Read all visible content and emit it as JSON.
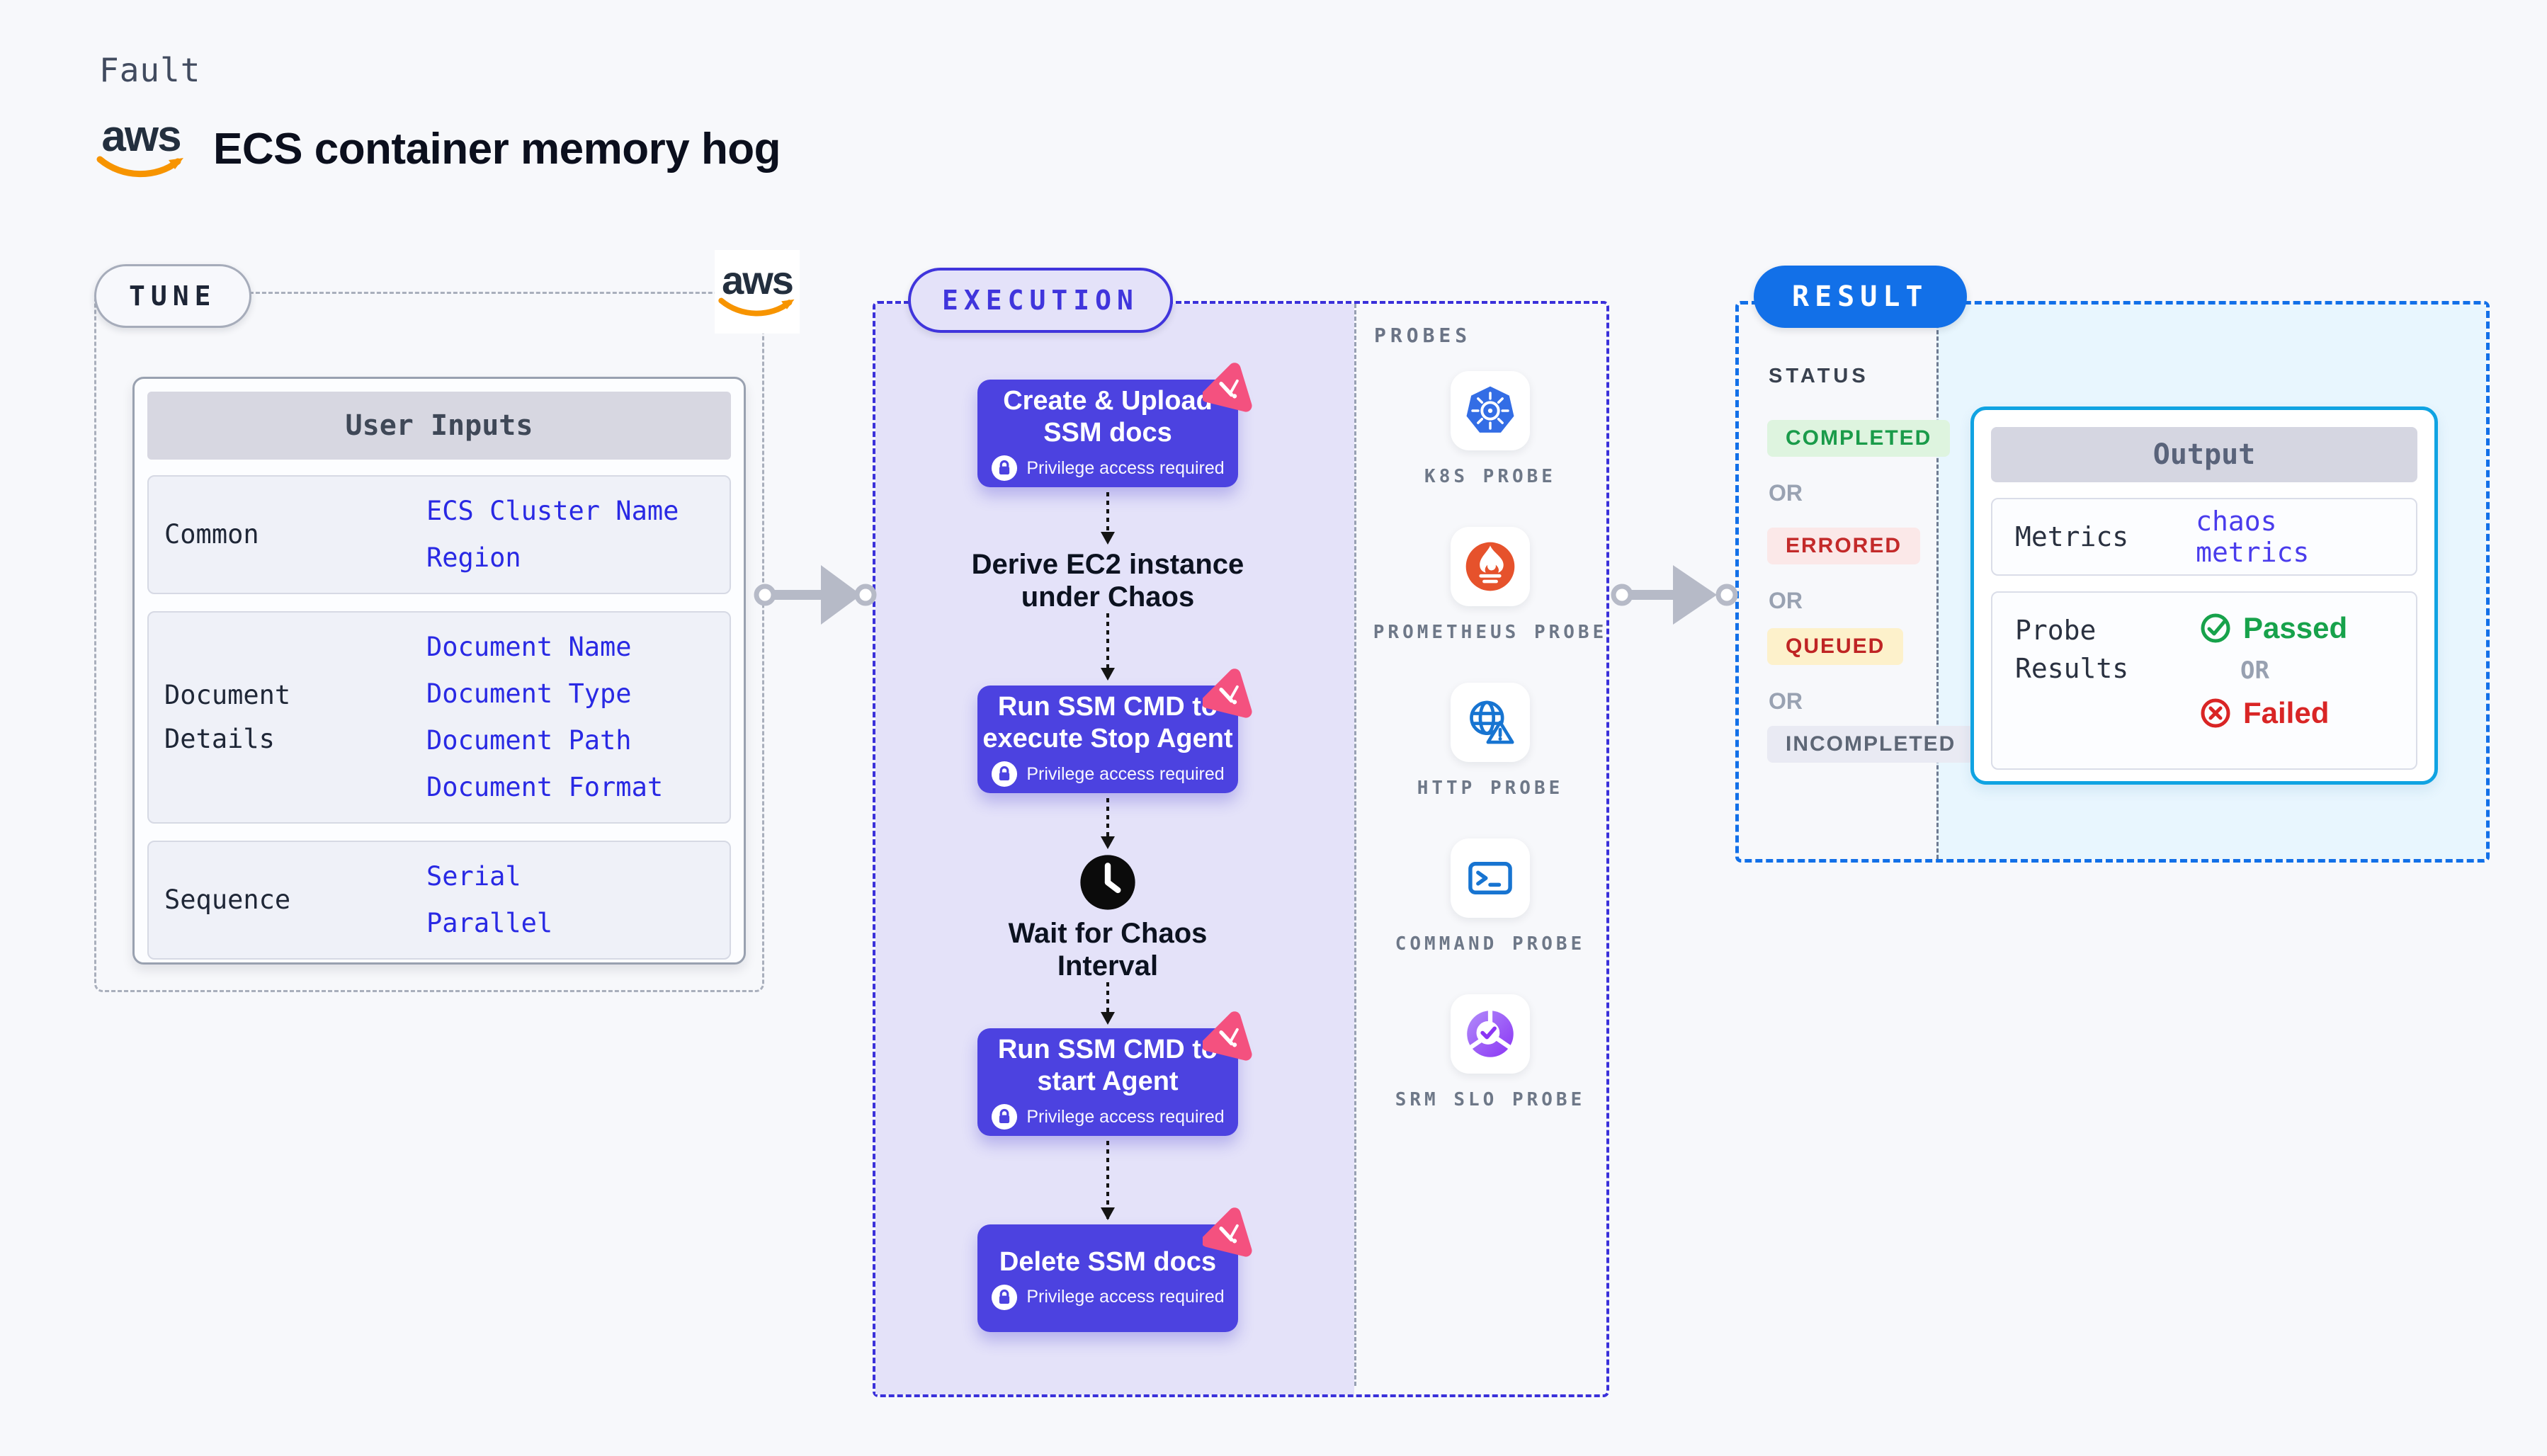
{
  "header": {
    "kicker": "Fault",
    "brand": "aws",
    "title": "ECS container memory hog"
  },
  "colors": {
    "page_bg": "#f7f8fb",
    "aws_orange": "#f79400",
    "aws_navy": "#232f3e",
    "tune_dash": "#a9afbc",
    "exec_dash": "#3a30da",
    "exec_fill": "#e4e2f9",
    "step_purple": "#4c42e0",
    "burst_pink": "#f4517f",
    "kubernetes_blue": "#336de5",
    "prometheus_orange": "#e6522c",
    "probe_icon_blue": "#1774d1",
    "srm_purple": "#8b35f4",
    "result_blue": "#1270e8",
    "output_border_cyan": "#10a3e2",
    "output_fill": "#e8f6fe",
    "completed_green": "#1a9b4a",
    "completed_bg": "#def4df",
    "errored_red": "#c32a2a",
    "errored_bg": "#fbe8e8",
    "queued_red": "#bf2424",
    "queued_bg": "#fdf1cb",
    "incompleted_gray": "#5d6675",
    "incompleted_bg": "#e9eaf3",
    "passed_green": "#17a24b",
    "failed_red": "#d92525",
    "metrics_blue": "#4a3cec"
  },
  "tune": {
    "badge": "TUNE",
    "user_inputs": {
      "header": "User Inputs",
      "groups": [
        {
          "label": "Common",
          "items": [
            "ECS Cluster Name",
            "Region"
          ]
        },
        {
          "label": "Document Details",
          "items": [
            "Document Name",
            "Document Type",
            "Document Path",
            "Document Format"
          ]
        },
        {
          "label": "Sequence",
          "items": [
            "Serial",
            "Parallel"
          ]
        }
      ]
    }
  },
  "execution": {
    "badge": "EXECUTION",
    "privilege_note": "Privilege access required",
    "steps": [
      {
        "line1": "Create & Upload",
        "line2": "SSM docs"
      },
      {
        "line1": "Run SSM CMD to",
        "line2": "execute Stop Agent"
      },
      {
        "line1": "Run SSM CMD to",
        "line2": "start Agent"
      },
      {
        "line1": "Delete SSM docs"
      }
    ],
    "derive": {
      "line1": "Derive EC2 instance",
      "line2": "under Chaos"
    },
    "wait": {
      "line1": "Wait for Chaos",
      "line2": "Interval"
    }
  },
  "probes": {
    "title": "PROBES",
    "items": [
      {
        "label": "K8S PROBE",
        "icon": "kubernetes-icon"
      },
      {
        "label": "PROMETHEUS PROBE",
        "icon": "prometheus-icon"
      },
      {
        "label": "HTTP PROBE",
        "icon": "http-globe-warning-icon"
      },
      {
        "label": "COMMAND PROBE",
        "icon": "terminal-icon"
      },
      {
        "label": "SRM SLO PROBE",
        "icon": "slo-gauge-check-icon"
      }
    ]
  },
  "result": {
    "badge": "RESULT",
    "status_title": "STATUS",
    "or": "OR",
    "statuses": [
      {
        "label": "COMPLETED"
      },
      {
        "label": "ERRORED"
      },
      {
        "label": "QUEUED"
      },
      {
        "label": "INCOMPLETED"
      }
    ],
    "output": {
      "header": "Output",
      "metrics_label": "Metrics",
      "metrics_value": "chaos metrics",
      "probe_results_label": "Probe Results",
      "passed": "Passed",
      "failed": "Failed"
    }
  }
}
